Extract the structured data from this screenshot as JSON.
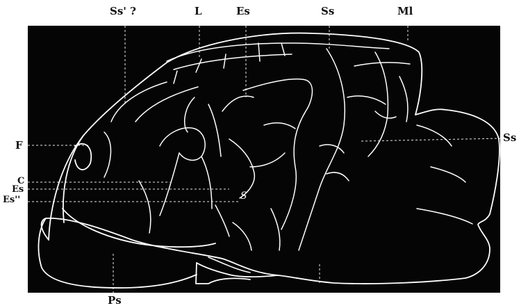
{
  "figure": {
    "labels": {
      "top": {
        "ss_prime": "Ss' ?",
        "l": "L",
        "es": "Es",
        "ss": "Ss",
        "ml": "Ml"
      },
      "left": {
        "f": "F",
        "c": "C",
        "es": "Es",
        "es_double_prime": "Es''"
      },
      "right": {
        "ss": "Ss"
      },
      "bottom": {
        "ps": "Ps"
      },
      "inner": {
        "s": "S"
      }
    },
    "colors": {
      "background": "#050505",
      "outline": "#ffffff",
      "guide": "#e8e8e8",
      "label": "#111111"
    }
  }
}
